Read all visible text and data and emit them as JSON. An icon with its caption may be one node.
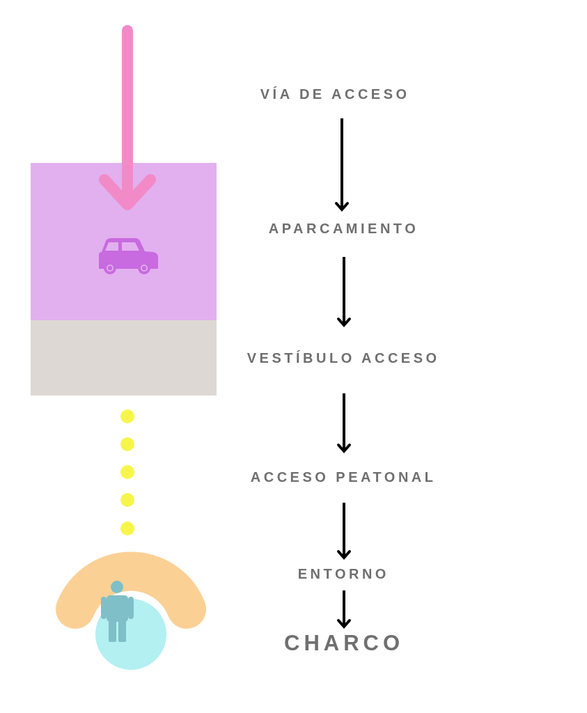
{
  "diagram": {
    "nodes": [
      {
        "text": [
          "VÍA DE ACCESO"
        ]
      },
      {
        "text": [
          "APARCAMIENTO"
        ]
      },
      {
        "text": [
          "VESTÍBULO ACCESO"
        ]
      },
      {
        "text": [
          "ACCESO PEATONAL"
        ]
      },
      {
        "text": [
          "ENTORNO"
        ]
      },
      {
        "text": [
          "CHARCO"
        ]
      }
    ],
    "edges": [
      {
        "from": 0,
        "to": 1,
        "arrow": "to"
      },
      {
        "from": 1,
        "to": 2,
        "arrow": "to"
      },
      {
        "from": 2,
        "to": 3,
        "arrow": "to"
      },
      {
        "from": 3,
        "to": 4,
        "arrow": "to"
      },
      {
        "from": 4,
        "to": 5,
        "arrow": "to"
      }
    ]
  }
}
